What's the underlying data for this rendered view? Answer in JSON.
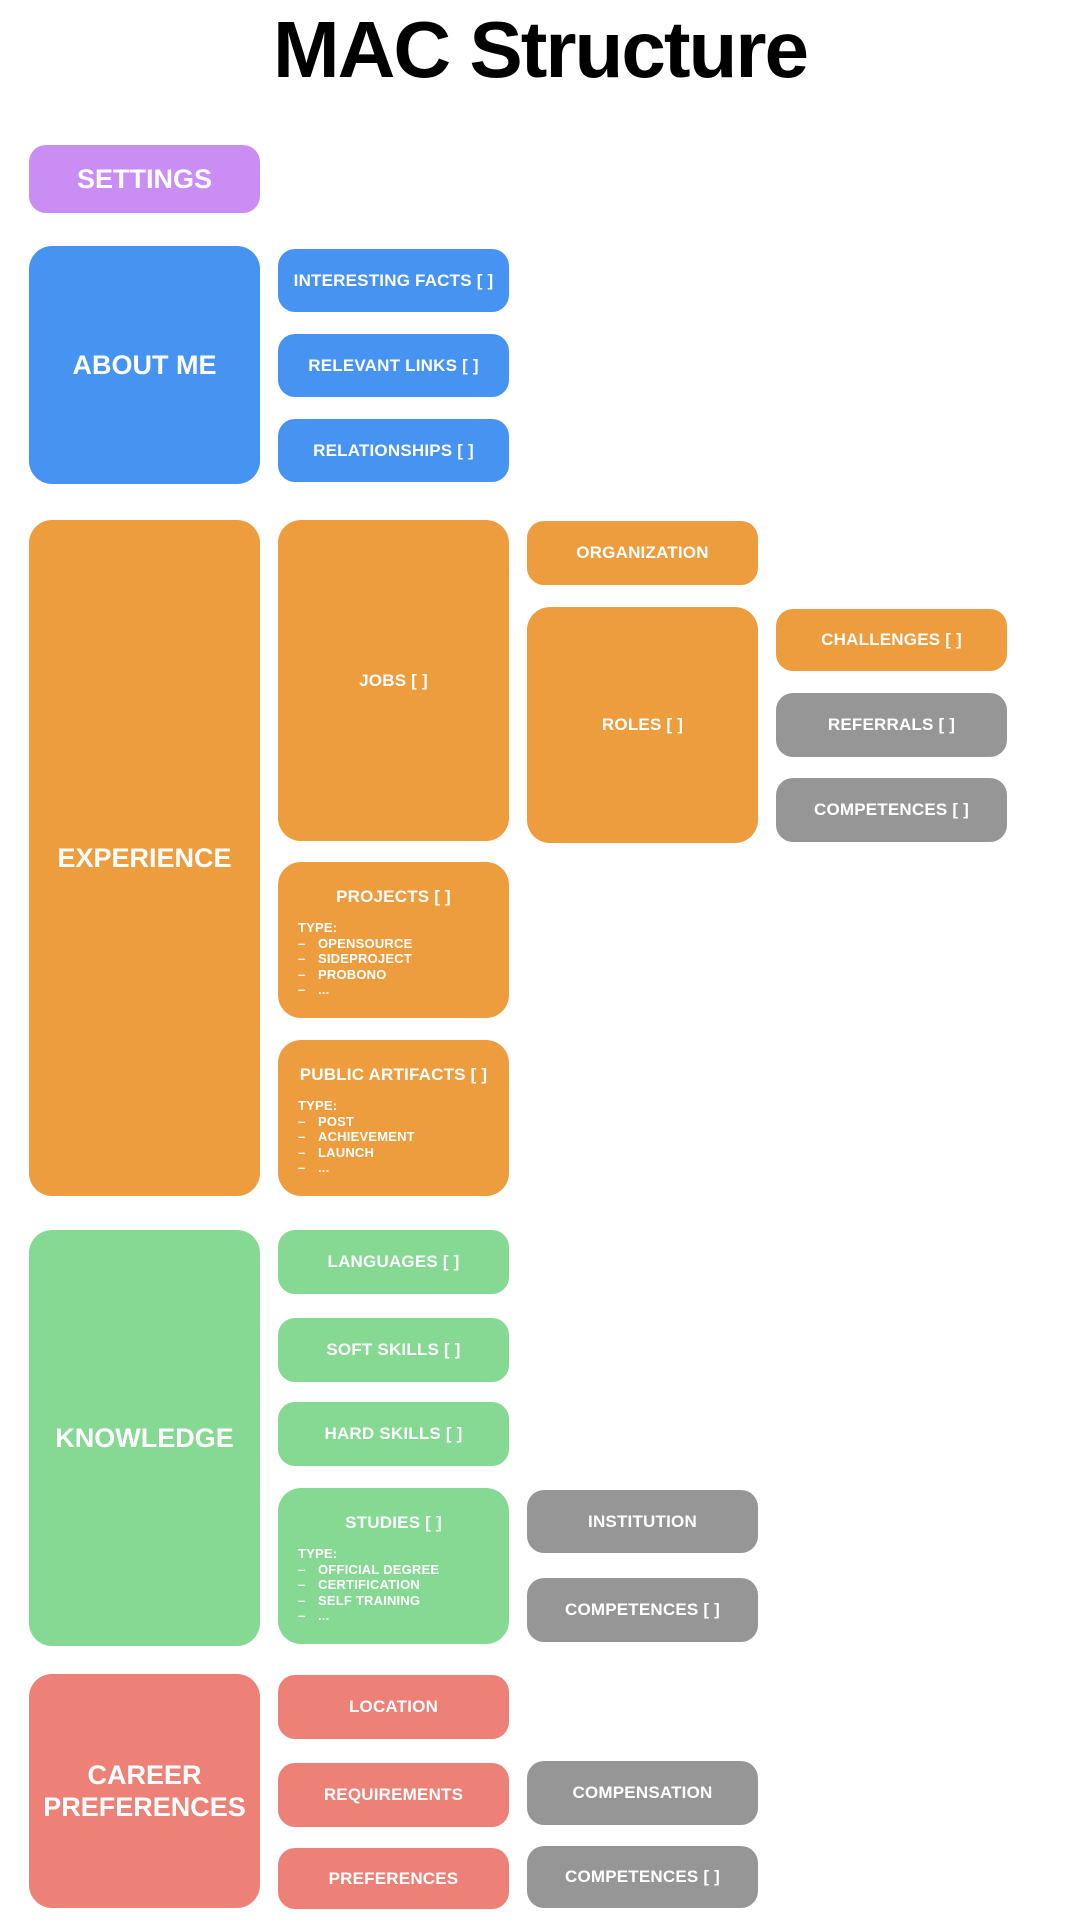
{
  "title": "MAC Structure",
  "bullet": "–",
  "colors": {
    "purple": "#c98df3",
    "blue": "#4693f1",
    "orange": "#ed9c3e",
    "green": "#85d993",
    "salmon": "#ed8177",
    "gray": "#969696",
    "label_text": "#ffffff",
    "title_text": "#000000",
    "background": "#ffffff"
  },
  "settings": {
    "label": "SETTINGS"
  },
  "about_me": {
    "label": "ABOUT ME",
    "interesting_facts": "INTERESTING FACTS [ ]",
    "relevant_links": "RELEVANT LINKS [ ]",
    "relationships": "RELATIONSHIPS [ ]"
  },
  "experience": {
    "label": "EXPERIENCE",
    "jobs": {
      "label": "JOBS [ ]",
      "organization": "ORGANIZATION",
      "roles": {
        "label": "ROLES [ ]",
        "challenges": "CHALLENGES [ ]",
        "referrals": "REFERRALS [ ]",
        "competences": "COMPETENCES [ ]"
      }
    },
    "projects": {
      "label": "PROJECTS [ ]",
      "type_heading": "TYPE:",
      "types": [
        "OPENSOURCE",
        "SIDEPROJECT",
        "PROBONO",
        "..."
      ]
    },
    "public_artifacts": {
      "label": "PUBLIC ARTIFACTS [ ]",
      "type_heading": "TYPE:",
      "types": [
        "POST",
        "ACHIEVEMENT",
        "LAUNCH",
        "..."
      ]
    }
  },
  "knowledge": {
    "label": "KNOWLEDGE",
    "languages": "LANGUAGES [ ]",
    "soft_skills": "SOFT SKILLS [ ]",
    "hard_skills": "HARD SKILLS [ ]",
    "studies": {
      "label": "STUDIES [ ]",
      "type_heading": "TYPE:",
      "types": [
        "OFFICIAL DEGREE",
        "CERTIFICATION",
        "SELF TRAINING",
        "..."
      ],
      "institution": "INSTITUTION",
      "competences": "COMPETENCES [ ]"
    }
  },
  "career_preferences": {
    "label": "CAREER PREFERENCES",
    "location": "LOCATION",
    "requirements": "REQUIREMENTS",
    "preferences": "PREFERENCES",
    "compensation": "COMPENSATION",
    "competences": "COMPETENCES [ ]"
  }
}
